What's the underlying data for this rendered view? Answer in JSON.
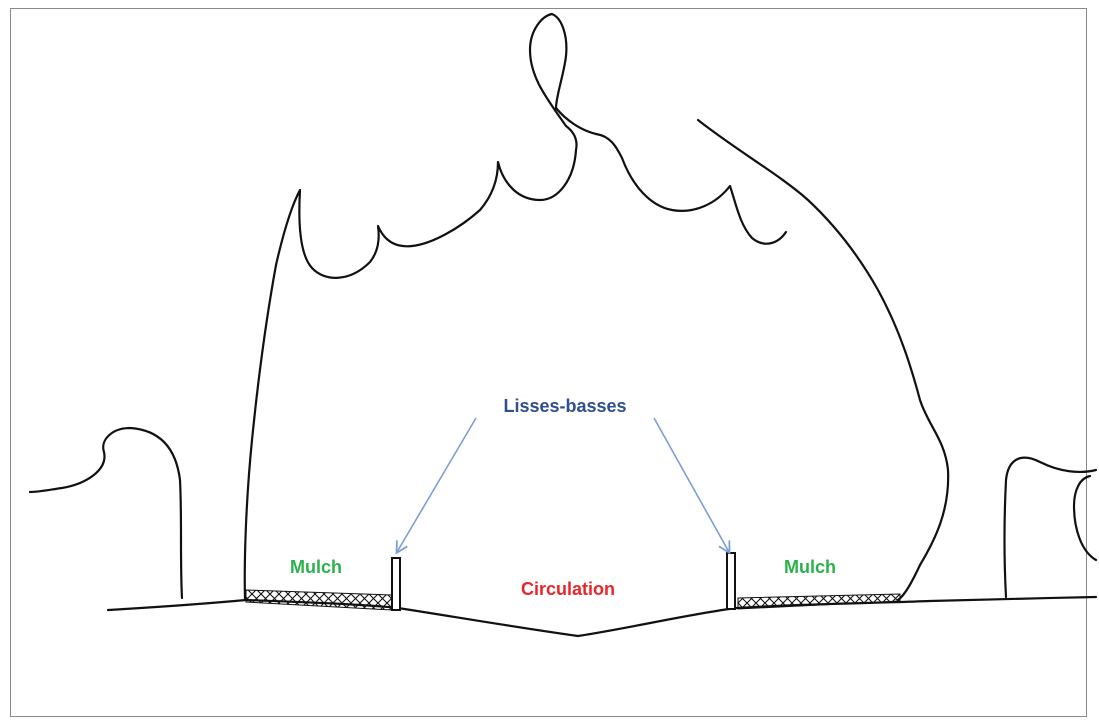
{
  "labels": {
    "posts": "Lisses-basses",
    "mulch_left": "Mulch",
    "mulch_right": "Mulch",
    "path": "Circulation"
  },
  "colors": {
    "posts_label": "#2f4f8f",
    "mulch_label": "#2bb24c",
    "path_label": "#e8262a",
    "arrow": "#7b9fd4",
    "sketch": "#111111",
    "frame": "#8a8a8a"
  }
}
